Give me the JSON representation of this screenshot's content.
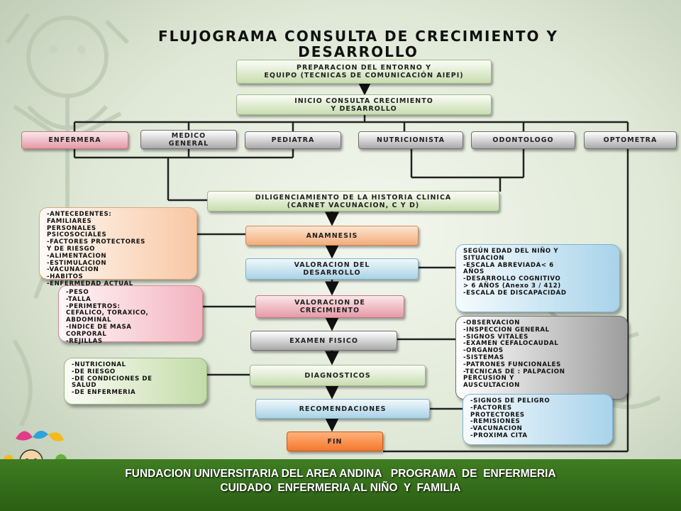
{
  "title": {
    "line1": "FLUJOGRAMA  CONSULTA DE CRECIMIENTO Y",
    "line2": "DESARROLLO"
  },
  "flow": {
    "preparacion": "PREPARACION DEL ENTORNO        Y\nEQUIPO (TECNICAS DE COMUNICACIÓN AIEPI)",
    "inicio": "INICIO CONSULTA  CRECIMIENTO\nY DESARROLLO",
    "professionals": {
      "enfermera": "ENFERMERA",
      "medico": "MEDICO\nGENERAL",
      "pediatra": "PEDIATRA",
      "nutricionista": "NUTRICIONISTA",
      "odontologo": "ODONTOLOGO",
      "optometra": "OPTOMETRA"
    },
    "historia": "DILIGENCIAMIENTO DE LA HISTORIA CLINICA\n(CARNET VACUNACION, C Y D)",
    "anamnesis": "ANAMNESIS",
    "valoracion_desarrollo": "VALORACION DEL\nDESARROLLO",
    "valoracion_crecimiento": "VALORACION DE\nCRECIMIENTO",
    "examen": "EXAMEN FISICO",
    "diagnosticos": "DIAGNOSTICOS",
    "recomendaciones": "RECOMENDACIONES",
    "fin": "FIN"
  },
  "notes": {
    "anamnesis": "-ANTECEDENTES:\nFAMILIARES\nPERSONALES\nPSICOSOCIALES\n-FACTORES PROTECTORES\nY DE RIESGO\n-ALIMENTACION\n-ESTIMULACION\n-VACUNACION\n-HABITOS\n-ENFERMEDAD ACTUAL",
    "desarrollo": "SEGÚN EDAD DEL NIÑO Y\nSITUACION\n-ESCALA       ABREVIADA<      6\nAÑOS\n-DESARROLLO      COGNITIVO\n> 6 AÑOS (Anexo 3 / 412)\n-ESCALA DE DISCAPACIDAD",
    "crecimiento": "-PESO\n-TALLA\n-PERIMETROS:\nCEFALICO, TORAXICO,\nABDOMINAL\n-INDICE DE MASA\nCORPORAL\n-REJILLAS",
    "examen": "-OBSERVACION\n-INSPECCION GENERAL\n-SIGNOS VITALES\n-EXAMEN CEFALOCAUDAL\n-ORGANOS\n-SISTEMAS\n-PATRONES FUNCIONALES\n-TECNICAS DE : PALPACION\nPERCUSION Y\nAUSCULTACION",
    "diagnosticos": "-NUTRICIONAL\n-DE RIESGO\n-DE CONDICIONES DE\nSALUD\n-DE ENFERMERIA",
    "recomendaciones": "-SIGNOS DE PELIGRO\n-FACTORES\nPROTECTORES\n-REMISIONES\n-VACUNACION\n-PROXIMA CITA"
  },
  "footer": {
    "line1": "FUNDACION UNIVERSITARIA DEL AREA ANDINA   PROGRAMA  DE  ENFERMERIA",
    "line2": "CUIDADO  ENFERMERIA AL NIÑO  Y  FAMILIA"
  },
  "colors": {
    "footer_green": "#2f6418",
    "arrow": "#111111",
    "connector": "#222222"
  }
}
